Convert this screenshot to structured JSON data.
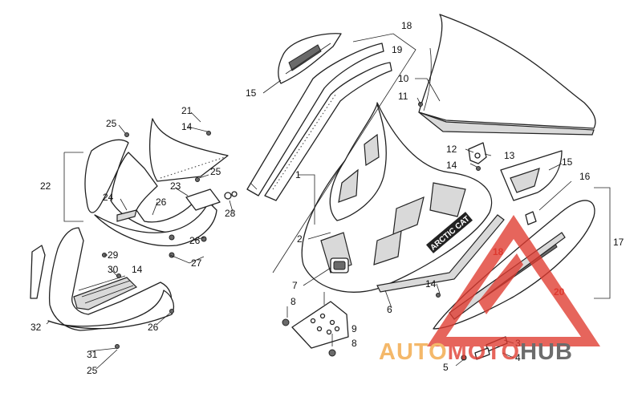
{
  "callouts": {
    "c1": "1",
    "c2": "2",
    "c3": "3",
    "c4": "4",
    "c5": "5",
    "c6": "6",
    "c7": "7",
    "c8a": "8",
    "c8b": "8",
    "c9": "9",
    "c10": "10",
    "c11": "11",
    "c12": "12",
    "c13": "13",
    "c14a": "14",
    "c14b": "14",
    "c14c": "14",
    "c14d": "14",
    "c15a": "15",
    "c15b": "15",
    "c16": "16",
    "c17": "17",
    "c18": "18",
    "c18b": "18",
    "c19": "19",
    "c20": "20",
    "c21": "21",
    "c22": "22",
    "c23": "23",
    "c24": "24",
    "c25a": "25",
    "c25b": "25",
    "c25c": "25",
    "c26a": "26",
    "c26b": "26",
    "c26c": "26",
    "c27": "27",
    "c28": "28",
    "c29": "29",
    "c30": "30",
    "c31": "31",
    "c32": "32"
  },
  "decal_text": "ARCTIC CAT",
  "watermark": {
    "part1": "AUTO",
    "part2": "MOTO",
    "part3": "HUB",
    "color_orange": "#f2a541",
    "color_red": "#e03a2f",
    "color_dark": "#444444"
  }
}
